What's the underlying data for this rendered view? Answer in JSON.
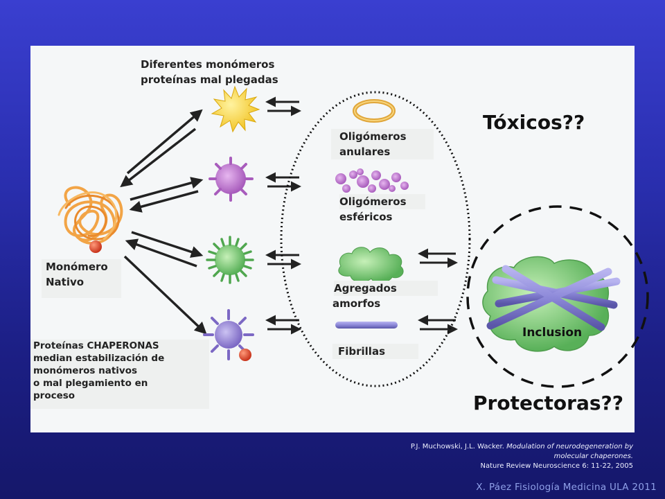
{
  "labels": {
    "monomers": [
      "Diferentes monómeros",
      "proteínas mal plegadas"
    ],
    "annular": [
      "Oligómeros",
      "anulares"
    ],
    "spherical": [
      "Oligómeros",
      "esféricos"
    ],
    "native": [
      "Monómero",
      "Nativo"
    ],
    "amorphous": [
      "Agregados",
      "amorfos"
    ],
    "fibrils": "Fibrillas",
    "chaperones": [
      "Proteínas CHAPERONAS",
      "median estabilización de",
      "monómeros nativos",
      "o mal plegamiento en",
      "proceso"
    ],
    "inclusion": "Inclusion"
  },
  "headlines": {
    "toxic": "Tóxicos??",
    "protective": "Protectoras??"
  },
  "citation": {
    "authors": "P.J. Muchowski, J.L. Wacker.",
    "title_part1": "Modulation of neurodegeneration by",
    "title_part2": "molecular chaperones.",
    "journal": "Nature Review Neuroscience 6: 11-22, 2005"
  },
  "credit": "X. Páez Fisiología Medicina ULA 2011",
  "colors": {
    "background": "#2a2fb0",
    "panel": "#f5f7f8",
    "native_protein": "#f0a04a",
    "yellow_monomer": "#f6d23a",
    "purple_monomer": "#b46cc4",
    "green_monomer": "#6cc46a",
    "violet_monomer": "#8e7cd0",
    "red_dot": "#d8442a",
    "fibril": "#8c88d8"
  }
}
